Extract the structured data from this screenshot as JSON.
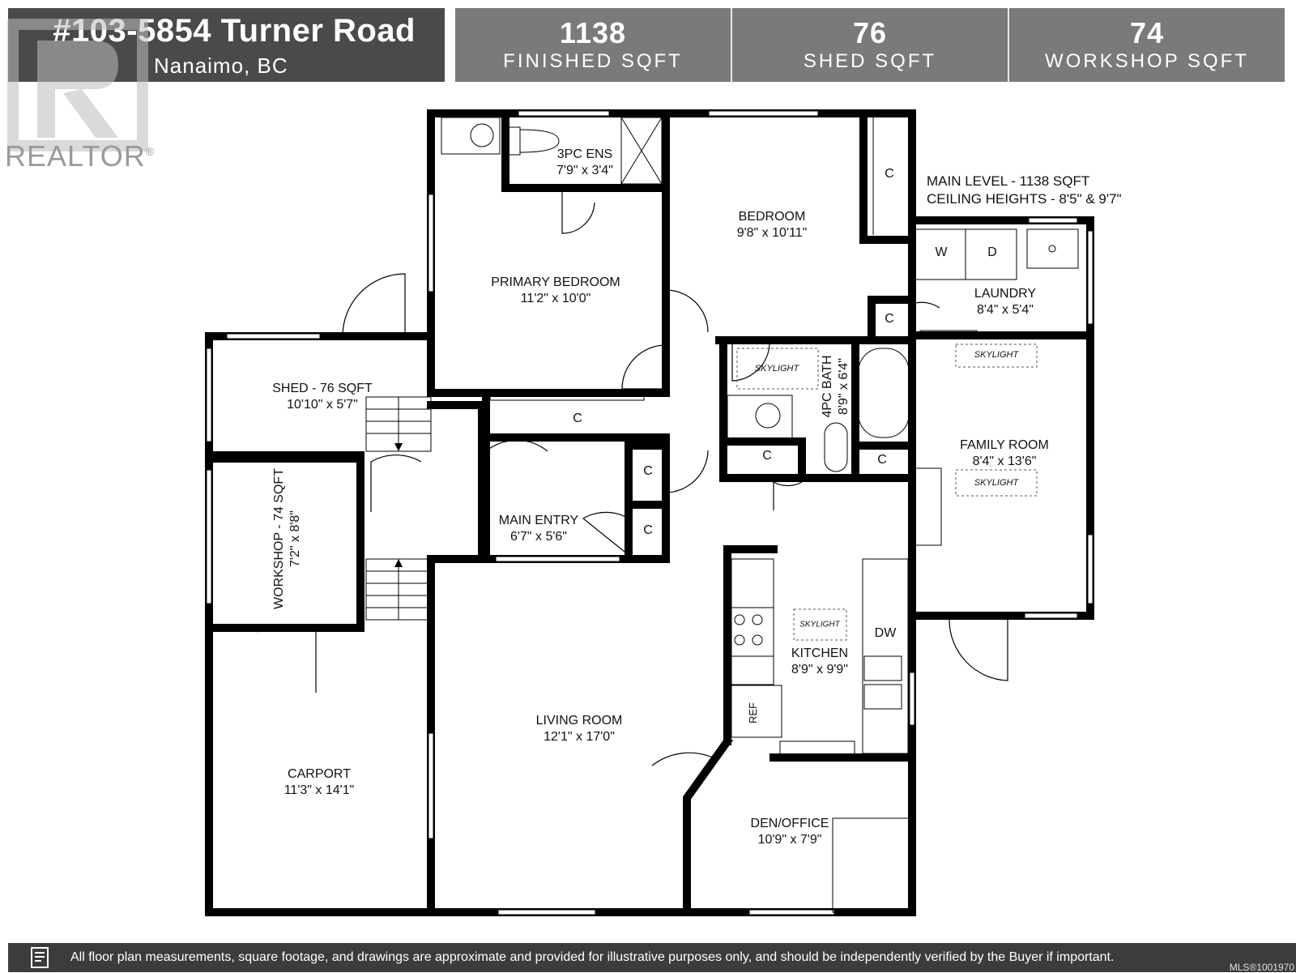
{
  "header": {
    "address": "#103-5854 Turner Road",
    "city": "Nanaimo, BC",
    "stats": [
      {
        "value": "1138",
        "label": "FINISHED SQFT"
      },
      {
        "value": "76",
        "label": "SHED SQFT"
      },
      {
        "value": "74",
        "label": "WORKSHOP SQFT"
      }
    ]
  },
  "watermark": {
    "brand": "REALTOR",
    "registered": "®"
  },
  "level_info": {
    "line1": "MAIN LEVEL - 1138 SQFT",
    "line2": "CEILING HEIGHTS - 8'5\" & 9'7\""
  },
  "rooms": {
    "ensuite": {
      "name": "3PC ENS",
      "dims": "7'9\" x 3'4\""
    },
    "primary": {
      "name": "PRIMARY BEDROOM",
      "dims": "11'2\" x 10'0\""
    },
    "bedroom": {
      "name": "BEDROOM",
      "dims": "9'8\" x 10'11\""
    },
    "laundry": {
      "name": "LAUNDRY",
      "dims": "8'4\" x 5'4\""
    },
    "shed": {
      "name": "SHED - 76 SQFT",
      "dims": "10'10\" x 5'7\""
    },
    "bath": {
      "name": "4PC BATH",
      "dims": "8'9\" x 6'4\""
    },
    "family": {
      "name": "FAMILY ROOM",
      "dims": "8'4\" x 13'6\""
    },
    "workshop": {
      "name": "WORKSHOP - 74 SQFT",
      "dims": "7'2\" x 8'8\""
    },
    "entry": {
      "name": "MAIN ENTRY",
      "dims": "6'7\" x 5'6\""
    },
    "kitchen": {
      "name": "KITCHEN",
      "dims": "8'9\" x 9'9\""
    },
    "living": {
      "name": "LIVING ROOM",
      "dims": "12'1\" x 17'0\""
    },
    "carport": {
      "name": "CARPORT",
      "dims": "11'3\" x 14'1\""
    },
    "den": {
      "name": "DEN/OFFICE",
      "dims": "10'9\" x 7'9\""
    }
  },
  "labels": {
    "closet": "C",
    "washer": "W",
    "dryer": "D",
    "dishwasher": "DW",
    "fridge": "REF",
    "skylight": "SKYLIGHT"
  },
  "footer": {
    "disclaimer": "All floor plan measurements, square footage, and drawings are approximate and provided for illustrative purposes only, and should be independently verified by the Buyer if important.",
    "mls": "MLS®1001970"
  }
}
